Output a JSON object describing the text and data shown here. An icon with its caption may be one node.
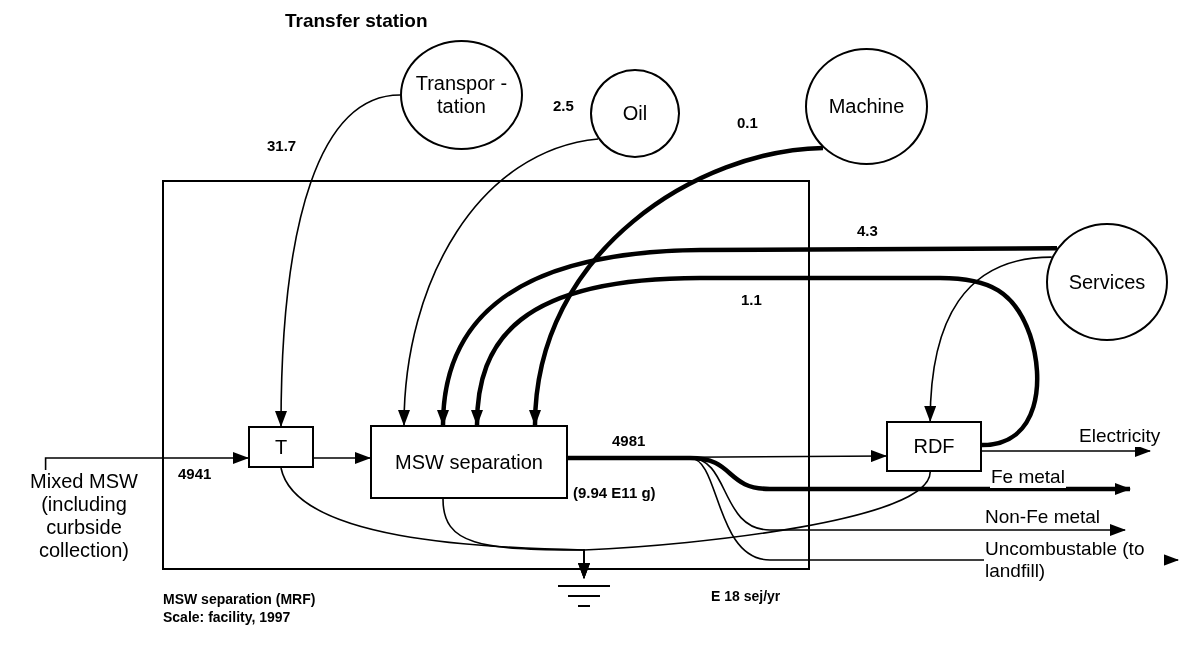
{
  "diagram": {
    "nodes": [
      {
        "text": [],
        "shape": "box"
      },
      {
        "text": [
          "Transpor -tation"
        ],
        "beside": [
          "Transfer station"
        ]
      },
      {
        "text": [
          "Oil"
        ]
      },
      {
        "text": [
          "Machine"
        ]
      },
      {
        "text": [
          "Services"
        ]
      },
      {
        "text": [
          "T"
        ],
        "in": 0
      },
      {
        "text": [
          "MSW separation"
        ],
        "in": 0
      },
      {
        "text": [
          "RDF"
        ]
      },
      {
        "text": [
          "Mixed MSW (including curbside collection)"
        ]
      },
      {
        "text": [],
        "shape": "ground"
      }
    ],
    "edges": [
      {
        "from": 1,
        "to": 5,
        "arrow": "to",
        "label": "31.7"
      },
      {
        "from": 2,
        "to": 6,
        "arrow": "to",
        "label": "2.5"
      },
      {
        "from": 3,
        "to": 6,
        "arrow": "to",
        "label": "0.1",
        "style": "thick"
      },
      {
        "from": 4,
        "to": 6,
        "arrow": "to",
        "label": "4.3",
        "style": "thick"
      },
      {
        "from": 7,
        "to": 6,
        "arrow": "to",
        "label": "1.1",
        "style": "thick"
      },
      {
        "from": 4,
        "to": 7,
        "arrow": "to"
      },
      {
        "from": 8,
        "to": 5,
        "arrow": "to",
        "label": "4941"
      },
      {
        "from": 5,
        "to": 6,
        "arrow": "to"
      },
      {
        "from": 6,
        "to": 7,
        "arrow": "to",
        "label": "4981"
      },
      {
        "from": 7,
        "to": null,
        "arrow": "to",
        "label": "Electricity"
      },
      {
        "from": 6,
        "to": null,
        "arrow": "to",
        "label": "Fe metal",
        "style": "thick"
      },
      {
        "from": 6,
        "to": null,
        "arrow": "to",
        "label": "Non-Fe metal"
      },
      {
        "from": 6,
        "to": null,
        "arrow": "to",
        "label": "Uncombustable (to landfill)"
      },
      {
        "from": 5,
        "to": 9,
        "arrow": "to"
      },
      {
        "from": 6,
        "to": 9,
        "arrow": "to"
      },
      {
        "from": 7,
        "to": 9,
        "arrow": "to"
      }
    ],
    "labels": [
      "(9.94 E11 g)",
      "MSW separation (MRF)",
      "Scale: facility, 1997",
      "E 18 sej/yr"
    ]
  }
}
